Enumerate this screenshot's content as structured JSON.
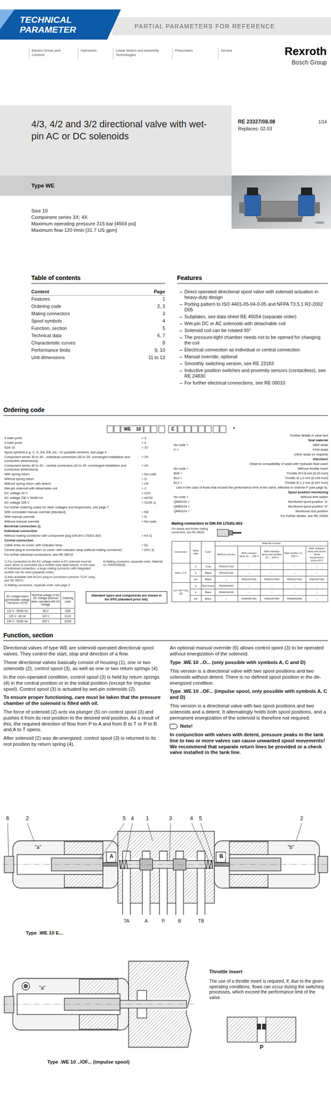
{
  "diagram": {
    "nodes": [
      {
        "text": [
          "TECHNICAL PARAMETER"
        ]
      },
      {
        "text": [
          "PARTIAL PARAMETERS FOR REFERENCE"
        ]
      },
      {
        "text": [
          "4/3, 4/2 and 3/2 directional valve with wet-pin AC or DC solenoids"
        ]
      },
      {
        "text": [
          "Type WE"
        ]
      },
      {
        "text": [
          "Standard types and components are shown in the EPS (standard price list)."
        ]
      }
    ],
    "labels": [
      "Electric Drives and Controls",
      "Hydraulics",
      "Linear Motion and Assembly Technologies",
      "Pneumatics",
      "Service",
      "Rexroth",
      "Bosch Group",
      "RE 23327/08.08",
      "Replaces: 02.03",
      "1/14",
      "Size 10",
      "Component series 3X; 4X",
      "Maximum operating pressure 315 bar [4569 psi]",
      "Maximum flow 120 l/min [31.7 US gpm]",
      "H6866",
      "Table of contents",
      "Features",
      "Content",
      "Page",
      "Features",
      "1",
      "Ordering code",
      "2, 3",
      "Mating connectors",
      "3",
      "Spool symbols",
      "4",
      "Function, section",
      "5",
      "Technical data",
      "6, 7",
      "Characteristic curves",
      "8",
      "Performance limits",
      "9, 10",
      "Unit dimensions",
      "11 to 13",
      "Direct operated directional spool valve with solenoid actuation in heavy-duty design",
      "Porting pattern to ISO 4401-05-04-0-05 and NFPA T3.5.1 R2-2002 D05",
      "Subplates, see data sheet RE 45054 (separate order)",
      "Wet-pin DC or AC solenoids with detachable coil",
      "Solenoid coil can be rotated 90°",
      "The pressure-tight chamber needs not to be opened for changing the coil",
      "Electrical connection as individual or central connection",
      "Manual override, optional",
      "Smoothly switching version, see RE 23183",
      "Inductive position switches and proximity sensors (contactless), see RE 24830",
      "For further electrical connections, see RE 08010",
      "Ordering code",
      "WE",
      "10",
      "C",
      "*",
      "3 main ports",
      "= 3",
      "4 main ports",
      "= 4",
      "Size 10",
      "= 10",
      "Spool symbols e.g. C, E, EA, EB, etc.; for possible versions, see page 4",
      "Component series 30 to 39 – individual connection (30 to 39: unchanged installation and connection dimensions)",
      "= 3X",
      "Component series 40 to 49 – central connection (40 to 49: unchanged installation and connection dimensions)",
      "= 4X",
      "With spring return",
      "= No code",
      "Without spring return",
      "= O",
      "Without spring return with detent",
      "= OF",
      "Wet-pin solenoid with detachable coil",
      "= C",
      "DC voltage 24 V",
      "= G24",
      "AC voltage 230 V 50/60 Hz",
      "= W230",
      "DC voltage 205 V",
      "= G205 1)",
      "For further ordering codes for other voltages and frequencies, see page 7",
      "With concealed manual override (standard)",
      "= N9",
      "With manual override",
      "= N",
      "Without manual override",
      "= No code",
      "Electrical connection 2)",
      "Individual connection",
      "Without mating connector with component plug DIN EN 175301-803",
      "= K4 3)",
      "Central connection",
      "Cable entry on cover, with indicator lamp",
      "= DL",
      "Central plug-in connection on cover, with indicator lamp (without mating connector)",
      "= DKL 3)",
      "For further electrical connections, see RE 08010",
      "1) For connection to the AC voltage mains a DC solenoid must be used, which is controlled via a rectifier (see table below). In the case of individual connection, a large mating connector with integrated rectifier can be used (separate order).",
      "2) Also available with M12x1 plug-in connection (version \"G24\" only), see RE 08010",
      "3) Mating connectors, separate order, see page 3",
      "4) Mating connector, separate order, Material no. R900005538",
      "AC voltage mains (permissible voltage tolerance ±10%)",
      "Nominal voltage of the DC voltage solenoid when operated with AC voltage",
      "Ordering code",
      "110 V - 50/60 Hz",
      "96 V",
      "G96",
      "120 V - 60 Hz",
      "110 V",
      "G110",
      "230 V - 50/60 Hz",
      "205 V",
      "G205",
      "Further details in clear text",
      "Seal material",
      "No code =",
      "NBR seals",
      "V =",
      "FKM seals",
      "(other seals on request)",
      "Attention!",
      "Observe compatibility of seals with hydraulic fluid used!",
      "No code =",
      "Without throttle insert",
      "B08 =",
      "Throttle Ø 0.8 mm [0.03 inch]",
      "B10 =",
      "Throttle Ø 1.0 mm [0.039 inch]",
      "B12 =",
      "Throttle Ø 1.2 mm [0.047 inch]",
      "Use in the case of flows that exceed the performance limit of the valve, effective in channel P (see page 5).",
      "Spool position monitoring",
      "No code =",
      "Without limit switch",
      "QMAG24 =",
      "Monitored spool position \"a\"",
      "QMBG24 =",
      "Monitored spool position \"b\"",
      "QM0G24 =",
      "Monitored rest position",
      "For further details, see RE 24830",
      "Mating connectors to DIN EN 175301-803",
      "For details and further mating connectors, see RE 08006",
      "Connection",
      "Valve side",
      "Color",
      "Material number",
      "Without circuitry",
      "With indicator lamp 12 ... 240 V",
      "With indicator lamp and rectifier 12 ... 240 V",
      "With rectifier 12 ... 240 V",
      "With indicator lamp and Zener diode suppression circuit 24 V",
      "M16 x 1.5",
      "a",
      "Gray",
      "R901017010",
      "–",
      "–",
      "–",
      "–",
      "b",
      "Black",
      "R901017011",
      "–",
      "–",
      "–",
      "–",
      "a/b",
      "Black",
      "–",
      "R901017022",
      "R901017029",
      "R901017025",
      "R901017026",
      "1/2\" NPT (Pg 16)",
      "a",
      "Red brown",
      "R900004823",
      "–",
      "–",
      "–",
      "–",
      "b",
      "Black",
      "R900011039",
      "–",
      "–",
      "–",
      "–",
      "a/b",
      "Black",
      "–",
      "R900057453",
      "R900057455",
      "R900842566",
      "–",
      "Function, section",
      "Directional valves of type WE are solenoid operated directional spool valves. They control the start, stop and direction of a flow.",
      "These directional valves basically consist of housing (1), one or two solenoids (2), control spool (3), as well as one or two return springs (4).",
      "In the non-operated condition, control spool (3) is held by return springs (4) in the central position or in the initial position (except for impulse spool). Control spool (3) is actuated by wet-pin solenoids (2).",
      "To ensure proper functioning, care must be taken that the pressure chamber of the solenoid is filled with oil.",
      "The force of solenoid (2) acts via plunger (5) on control spool (3) and pushes it from its rest position to the desired end position. As a result of this, the required direction of flow from P to A and from B to T or P to B and A to T opens.",
      "After solenoid (2) was de-energized, control spool (3) is returned to its rest position by return spring (4).",
      "An optional manual override (6) allows control spool (3) to be operated without energization of the solenoid.",
      "Type .WE 10 ..O... (only possible with symbols A, C and D)",
      "This version is a directional valve with two spool positions and two solenoids without detent. There is no defined spool position in the de-energized condition.",
      "Type .WE 10 ..OF... (impulse spool, only possible with symbols A, C and D)",
      "This version is a directional valve with two spool positions and two solenoids and a detent. It alternatingly holds both spool positions, and a permanent energization of the solenoid is therefore not required.",
      "Note!",
      "In conjunction with valves with detent, pressure peaks in the tank line to two or more valves can cause unwanted spool movements! We recommend that separate return lines be provided or a check valve installed in the tank line.",
      "6",
      "2",
      "5",
      "4",
      "1",
      "3",
      "4",
      "5",
      "2",
      "A",
      "B",
      "TA",
      "A",
      "P",
      "B",
      "TB",
      "\"a\"",
      "\"b\"",
      "Type .WE 10 E...",
      "\"a\"",
      "Type .WE 10 ../OF... (impulse spool)",
      "Throttle insert",
      "The use of a throttle insert is required, if, due to the given operating conditions, flows can occur during the switching processes, which exceed the performance limit of the valve.",
      "P"
    ]
  }
}
